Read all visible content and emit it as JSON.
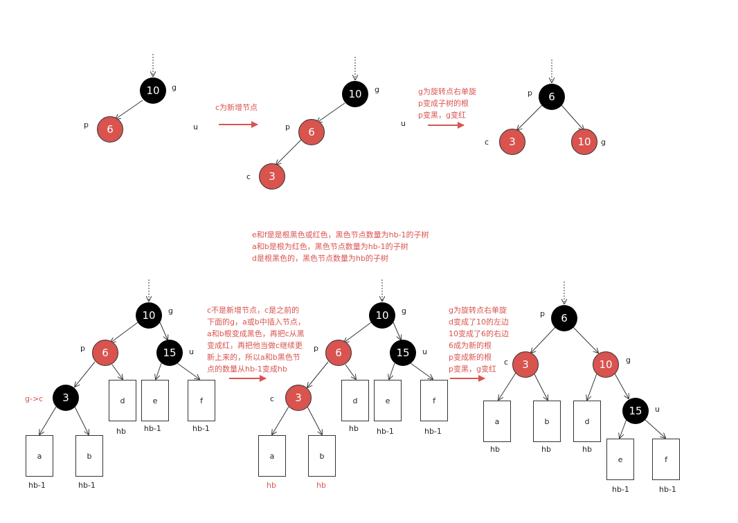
{
  "colors": {
    "red": "#d9534f",
    "black": "#000000",
    "arrow": "#d9534f"
  },
  "top": {
    "note1": "c为新增节点",
    "note2": [
      "g为旋转点右单旋",
      "p变成子树的根",
      "p变黑，g变红"
    ],
    "tree1": {
      "g": "10",
      "p": "6",
      "label_g": "g",
      "label_p": "p",
      "label_u": "u"
    },
    "tree2": {
      "g": "10",
      "p": "6",
      "c": "3",
      "label_g": "g",
      "label_p": "p",
      "label_u": "u",
      "label_c": "c"
    },
    "tree3": {
      "p": "6",
      "c": "3",
      "g": "10",
      "label_p": "p",
      "label_c": "c",
      "label_g": "g"
    }
  },
  "mid_note": [
    "e和f是是根黑色或红色，黑色节点数量为hb-1的子树",
    "a和b是根为红色，黑色节点数量为hb-1的子树",
    "d是根黑色的，黑色节点数量为hb的子树"
  ],
  "bottom": {
    "note1": [
      "c不是新增节点，c是之前的",
      "下面的g，a或b中插入节点，",
      "a和b根变成黑色，再把c从黑",
      "变成红，再把他当做c继续更",
      "新上来的，所以a和b黑色节",
      "点的数量从hb-1变成hb"
    ],
    "note2": [
      "g为旋转点右单旋",
      "d变成了10的左边",
      "10变成了6的右边",
      "6成为新的根",
      "p变成新的根",
      "p变黑，g变红"
    ],
    "tree1": {
      "g": "10",
      "p": "6",
      "u": "15",
      "c": "3",
      "label_g": "g",
      "label_p": "p",
      "label_u": "u",
      "gc_label": "g->c",
      "box_a": "a",
      "box_b": "b",
      "box_d": "d",
      "box_e": "e",
      "box_f": "f",
      "h_a": "hb-1",
      "h_b": "hb-1",
      "h_d": "hb",
      "h_e": "hb-1",
      "h_f": "hb-1"
    },
    "tree2": {
      "g": "10",
      "p": "6",
      "u": "15",
      "c": "3",
      "label_g": "g",
      "label_p": "p",
      "label_u": "u",
      "label_c": "c",
      "box_a": "a",
      "box_b": "b",
      "box_d": "d",
      "box_e": "e",
      "box_f": "f",
      "h_a": "hb",
      "h_b": "hb",
      "h_d": "hb",
      "h_e": "hb-1",
      "h_f": "hb-1"
    },
    "tree3": {
      "p": "6",
      "c": "3",
      "g": "10",
      "u": "15",
      "label_p": "p",
      "label_c": "c",
      "label_g": "g",
      "label_u": "u",
      "box_a": "a",
      "box_b": "b",
      "box_d": "d",
      "box_e": "e",
      "box_f": "f",
      "h_a": "hb",
      "h_b": "hb",
      "h_d": "hb",
      "h_e": "hb-1",
      "h_f": "hb-1"
    }
  }
}
